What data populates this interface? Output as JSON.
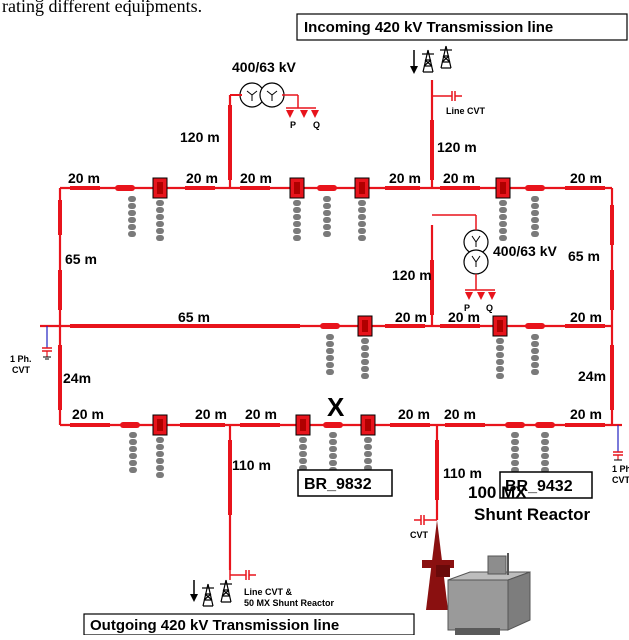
{
  "caption_fragment": "rating different equipments.",
  "titles": {
    "incoming": "Incoming 420 kV Transmission line",
    "outgoing": "Outgoing 420 kV Transmission line",
    "fault_mark": "X",
    "breaker_left": "BR_9832",
    "breaker_right": "BR_9432",
    "reactor_line1": "100 MX",
    "reactor_line2": "Shunt Reactor"
  },
  "labels": {
    "tr_top": "400/63 kV",
    "tr_right": "400/63 kV",
    "len_120_left": "120 m",
    "len_120_right_top": "120 m",
    "len_120_right_mid": "120 m",
    "line_cvt_top": "Line CVT",
    "top_20_1": "20 m",
    "top_20_2": "20 m",
    "top_20_3": "20 m",
    "top_20_4": "20 m",
    "top_20_5": "20 m",
    "top_20_6": "20 m",
    "left_65": "65 m",
    "right_65": "65 m",
    "mid_65": "65 m",
    "mid_20_1": "20 m",
    "mid_20_2": "20 m",
    "mid_20_3": "20 m",
    "left_24": "24m",
    "right_24": "24m",
    "cvt_1ph_a": "1 Ph.",
    "cvt_1ph_b": "CVT",
    "cvt_1ph_right_a": "1 Ph",
    "cvt_1ph_right_b": "CVT",
    "bot_20_1": "20 m",
    "bot_20_2": "20 m",
    "bot_20_3": "20 m",
    "bot_20_4": "20 m",
    "bot_20_5": "20 m",
    "bot_20_6": "20 m",
    "len_110_left": "110 m",
    "len_110_right": "110 m",
    "line_cvt_reactor_1": "Line CVT &",
    "line_cvt_reactor_2": "50 MX Shunt Reactor",
    "cvt_bottom": "CVT",
    "pq_p": "P",
    "pq_q": "Q",
    "pq_p2": "P",
    "pq_q2": "Q"
  },
  "colors": {
    "bus": "#e8141c",
    "insulator": "#7a7a7a",
    "reactor": "#9a9a9a",
    "cone": "#8a1010",
    "cvt": "#2020c0"
  }
}
